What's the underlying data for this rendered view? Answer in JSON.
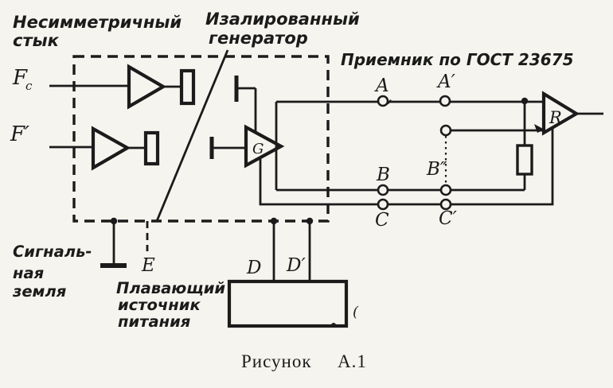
{
  "colors": {
    "ink": "#1b1b1b",
    "paper": "#f6f4ee"
  },
  "section_labels": {
    "unbalanced_interface_line1": "Несимметричный",
    "unbalanced_interface_line2": "стык",
    "isolated_generator_line1": "Изалированный",
    "isolated_generator_line2": "генератор",
    "receiver_heading": "Приемник по ГОСТ 23675"
  },
  "side_labels": {
    "signal_ground_line1": "Сигналь-",
    "signal_ground_line2": "ная",
    "signal_ground_line3": "земля",
    "floating_supply_line1": "Плавающий",
    "floating_supply_line2": "источник",
    "floating_supply_line3": "питания"
  },
  "circuit_labels": {
    "f_letter": "F",
    "f_subscript": "c",
    "f_prime": "F′",
    "a": "A",
    "a_prime": "A′",
    "b": "B",
    "b_double_prime": "B″",
    "c": "C",
    "c_prime": "C′",
    "d": "D",
    "d_prime": "D′",
    "e": "E",
    "generator": "G",
    "receiver": "R"
  },
  "artifacts": {
    "comma_mark": ",",
    "paren_mark": "("
  },
  "caption": {
    "word": "Рисунок",
    "number": "А.1"
  }
}
